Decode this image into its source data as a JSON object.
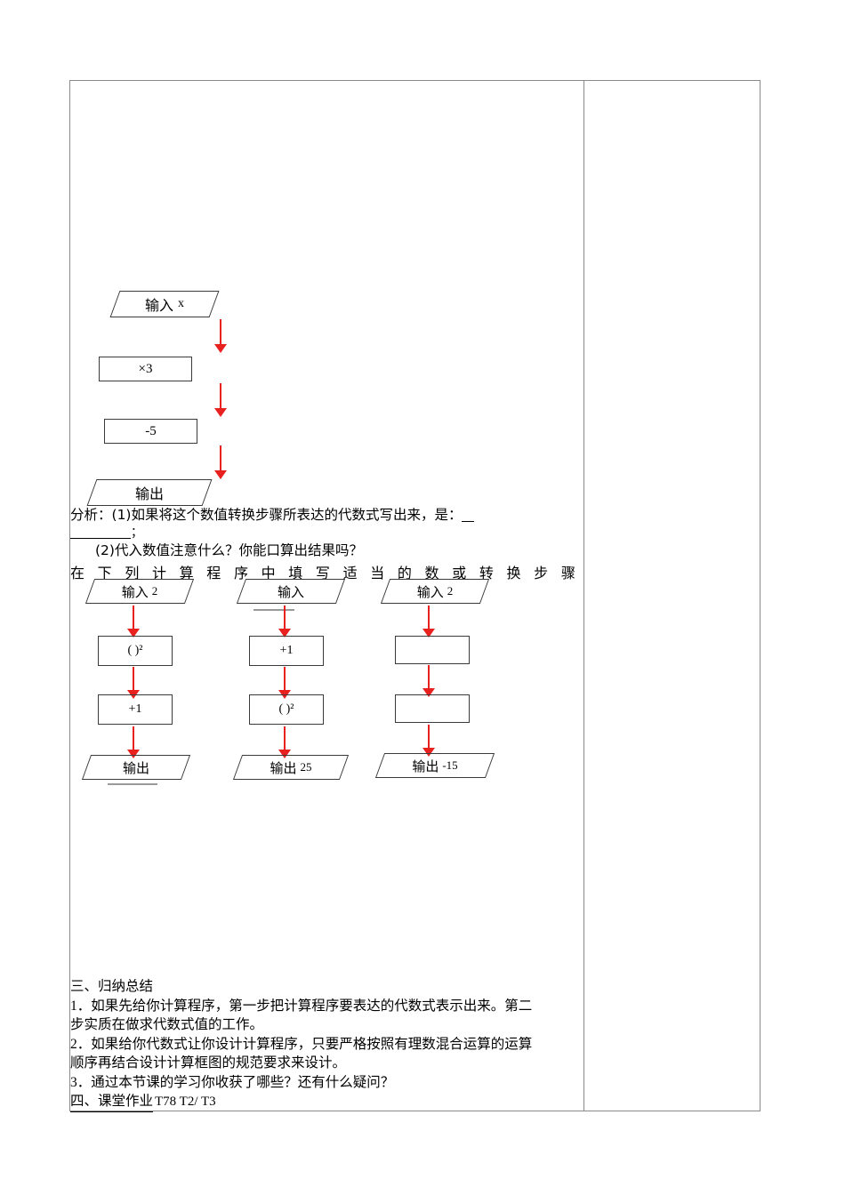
{
  "document": {
    "language": "zh",
    "colors": {
      "arrow": "#e8201e",
      "shape_border": "#3a3a3a",
      "table_border": "#8a8a8a",
      "text": "#000000"
    }
  },
  "flowchart_main": {
    "name": "calculation-program-with-x",
    "nodes": [
      {
        "type": "parallelogram",
        "label_han": "输入",
        "label_num": "x"
      },
      {
        "type": "rectangle",
        "label": "×3"
      },
      {
        "type": "rectangle",
        "label": "-5"
      },
      {
        "type": "parallelogram",
        "label_han": "输出",
        "label_num": ""
      }
    ]
  },
  "analysis": {
    "prefix": "分析：",
    "item1": "(1)如果将这个数值转换步骤所表达的代数式写出来，是：",
    "item1_blank_tail": "；",
    "item2": "(2)代入数值注意什么？你能口算出结果吗？"
  },
  "instruction": {
    "chars": [
      "在",
      "下",
      "列",
      "计",
      "算",
      "程",
      "序",
      "中",
      "填",
      "写",
      "适",
      "当",
      "的",
      "数",
      "或",
      "转",
      "换",
      "步",
      "骤"
    ]
  },
  "flowcharts_exercise": [
    {
      "name": "exercise-column-1",
      "nodes": [
        {
          "type": "parallelogram",
          "label_han": "输入",
          "label_num": "2",
          "blank_below": false
        },
        {
          "type": "rectangle",
          "label": "(    )²"
        },
        {
          "type": "rectangle",
          "label": "+1"
        },
        {
          "type": "parallelogram",
          "label_han": "输出",
          "label_num": "",
          "blank_below": true
        }
      ]
    },
    {
      "name": "exercise-column-2",
      "nodes": [
        {
          "type": "parallelogram",
          "label_han": "输入",
          "label_num": "",
          "blank_below": true
        },
        {
          "type": "rectangle",
          "label": "+1"
        },
        {
          "type": "rectangle",
          "label": "(    )²"
        },
        {
          "type": "parallelogram",
          "label_han": "输出",
          "label_num": "25",
          "blank_below": false
        }
      ]
    },
    {
      "name": "exercise-column-3",
      "nodes": [
        {
          "type": "parallelogram",
          "label_han": "输入",
          "label_num": "2",
          "blank_below": false
        },
        {
          "type": "rectangle",
          "label": ""
        },
        {
          "type": "rectangle",
          "label": ""
        },
        {
          "type": "parallelogram",
          "label_han": "输出",
          "label_num": "-15",
          "blank_below": false
        }
      ]
    }
  ],
  "summary": {
    "heading": "三、归纳总结",
    "points": [
      {
        "num": "1．",
        "text_a": "如果先给你计算程序，第一步把计算程序要表达的代数式表示出来。第二",
        "text_b": "步实质在做求代数式值的工作。"
      },
      {
        "num": "2．",
        "text_a": "如果给你代数式让你设计计算程序，只要严格按照有理数混合运算的运算",
        "text_b": "顺序再结合设计计算框图的规范要求来设计。"
      },
      {
        "num": "3．",
        "text_a": "通过本节课的学习你收获了哪些？还有什么疑问？",
        "text_b": ""
      }
    ],
    "homework_heading": "四、课堂作业",
    "homework_ref": "T78   T2/ T3"
  }
}
